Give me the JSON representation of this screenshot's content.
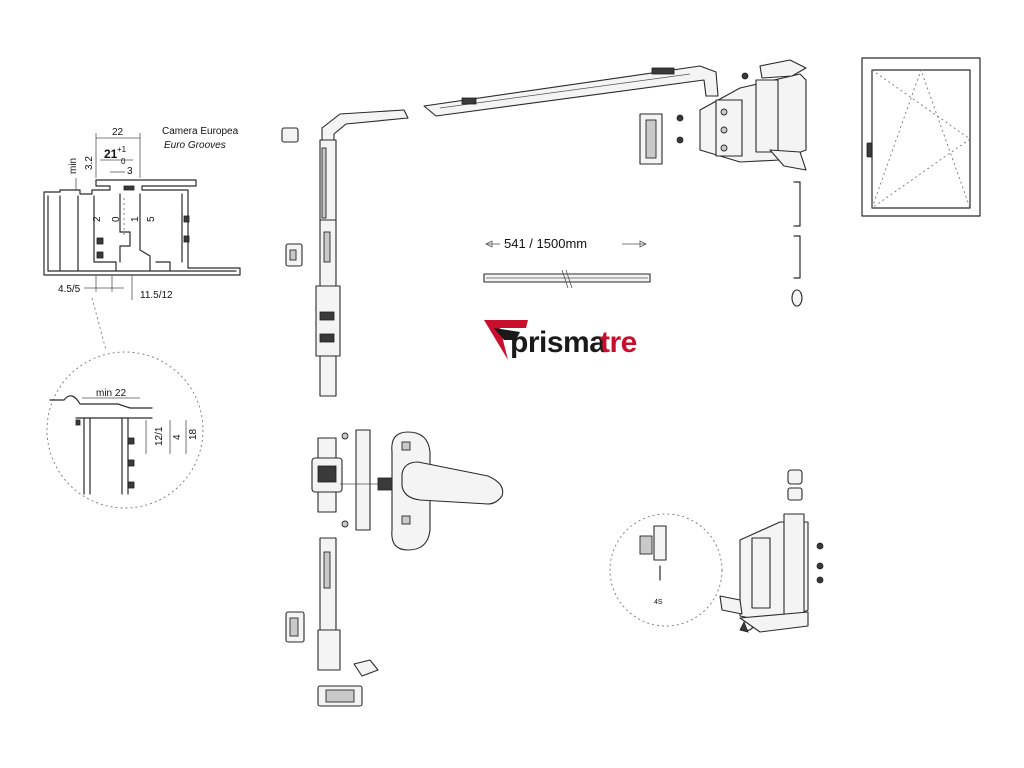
{
  "groove": {
    "title": "Camera Europea",
    "subtitle": "Euro Grooves",
    "dim_width": "22",
    "dim_min": "min",
    "dim_32": "3.2",
    "dim_21": "21",
    "dim_21_tol_plus": "+1",
    "dim_21_tol_minus": "0",
    "dim_3": "3",
    "dim_2": "2",
    "dim_0": "0",
    "dim_1": "1",
    "dim_5": "5",
    "dim_45": "4.5/5",
    "dim_115": "11.5/12"
  },
  "detail": {
    "min22": "min 22",
    "d12": "12/1",
    "d4": "4",
    "d18": "18"
  },
  "gear": {
    "length_label": "541 / 1500mm"
  },
  "brand": {
    "name_part1": "prisma",
    "name_part2": "tre",
    "accent_color": "#c8102e"
  },
  "hinge_detail": {
    "mark": "4S"
  }
}
